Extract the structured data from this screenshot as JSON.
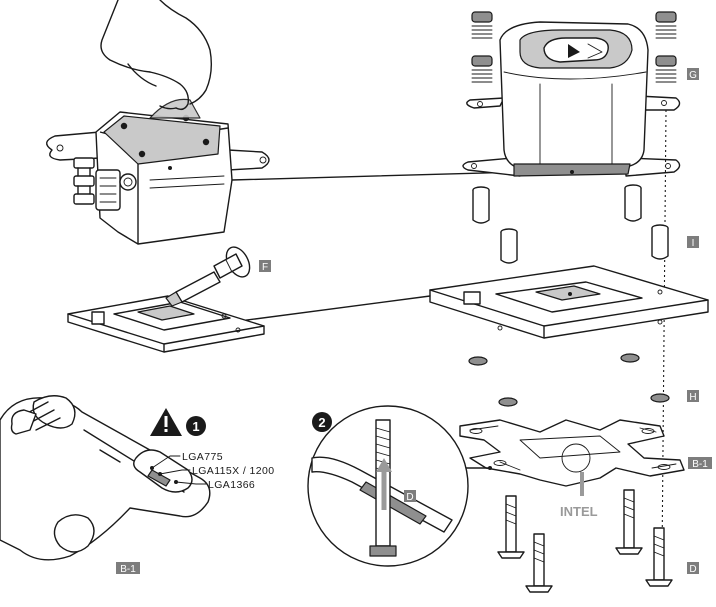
{
  "labels": {
    "G": "G",
    "F": "F",
    "I": "I",
    "H": "H",
    "B1_right": "B-1",
    "B1_left": "B-1",
    "D_detail": "D",
    "D_right": "D"
  },
  "steps": {
    "one": "1",
    "two": "2"
  },
  "sockets": [
    "LGA775",
    "LGA115X / 1200",
    "LGA1366"
  ],
  "backplate_text": "INTEL",
  "colors": {
    "label_box": "#7d7d7d",
    "line": "#1a1a1a",
    "gray_fill": "#c9c9c9"
  }
}
